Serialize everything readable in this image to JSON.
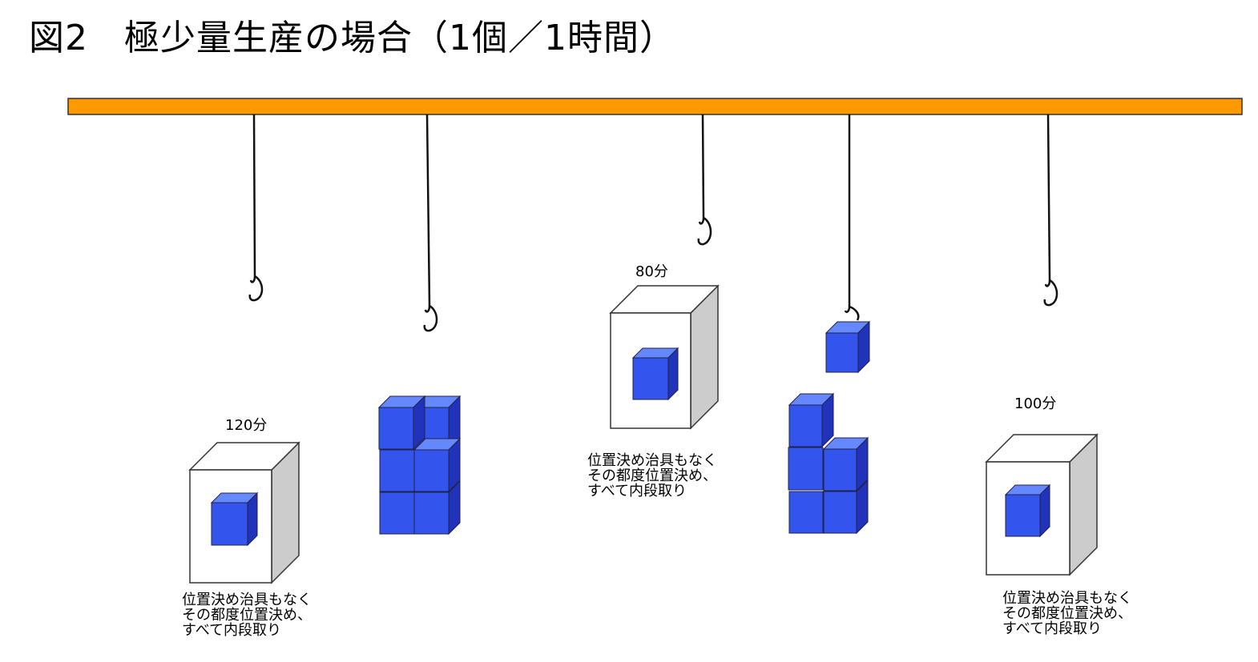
{
  "title": "図2　極少量生産の場合（1個／1時間）",
  "colors": {
    "rail": "#ff9900",
    "rail_border": "#333333",
    "cube_front": "#3355ee",
    "cube_top": "#6688ff",
    "cube_side": "#2233bb",
    "machine_front": "#ffffff",
    "machine_side": "#cccccc",
    "hook": "#111111"
  },
  "stations": [
    {
      "time": "120分",
      "note": "位置決め治具もなく\nその都度位置決め、\nすべて内段取り"
    },
    {
      "time": "80分",
      "note": "位置決め治具もなく\nその都度位置決め、\nすべて内段取り"
    },
    {
      "time": "100分",
      "note": "位置決め治具もなく\nその都度位置決め、\nすべて内段取り"
    }
  ]
}
